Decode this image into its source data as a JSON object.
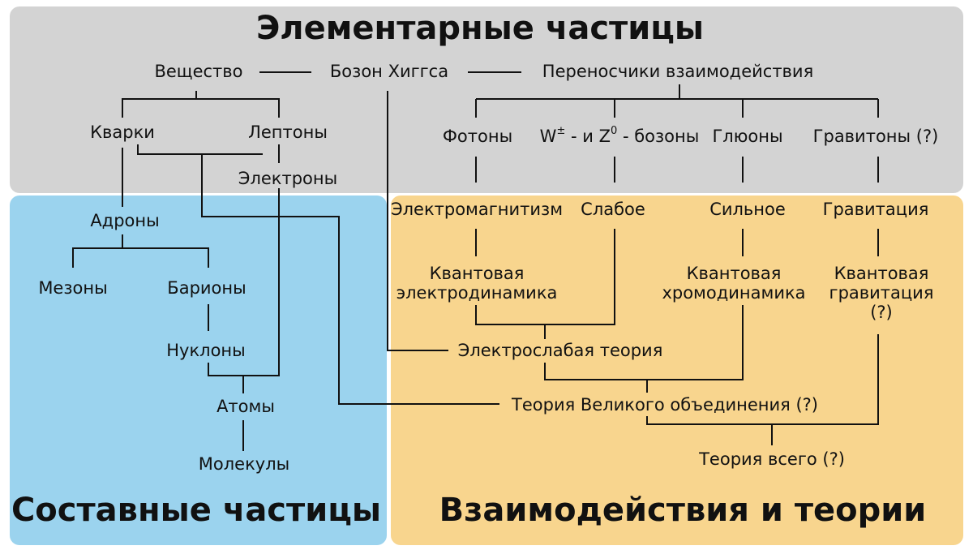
{
  "titles": {
    "elementary": "Элементарные частицы",
    "composite": "Составные частицы",
    "interactions": "Взаимодействия и теории"
  },
  "nodes": {
    "matter": "Вещество",
    "higgs": "Бозон Хиггса",
    "carriers": "Переносчики взаимодействия",
    "quarks": "Кварки",
    "leptons": "Лептоны",
    "electrons": "Электроны",
    "photons": "Фотоны",
    "wz_w": "W",
    "wz_pm": "±",
    "wz_mid": " - и Z",
    "wz_zero": "0",
    "wz_end": " - бозоны",
    "gluons": "Глюоны",
    "gravitons": "Гравитоны (?)",
    "hadrons": "Адроны",
    "mesons": "Мезоны",
    "baryons": "Барионы",
    "nucleons": "Нуклоны",
    "atoms": "Атомы",
    "molecules": "Молекулы",
    "em": "Электромагнитизм",
    "weak": "Слабое",
    "strong": "Сильное",
    "gravitation": "Гравитация",
    "qed": "Квантовая\nэлектродинамика",
    "qcd": "Квантовая\nхромодинамика",
    "qg": "Квантовая\nгравитация\n(?)",
    "electroweak": "Электрослабая теория",
    "gut": "Теория Великого объединения (?)",
    "toe": "Теория всего (?)"
  },
  "colors": {
    "elementary_panel": "#d3d3d3",
    "composite_panel": "#9bd3ee",
    "interactions_panel": "#f8d58e",
    "line": "#111111"
  }
}
